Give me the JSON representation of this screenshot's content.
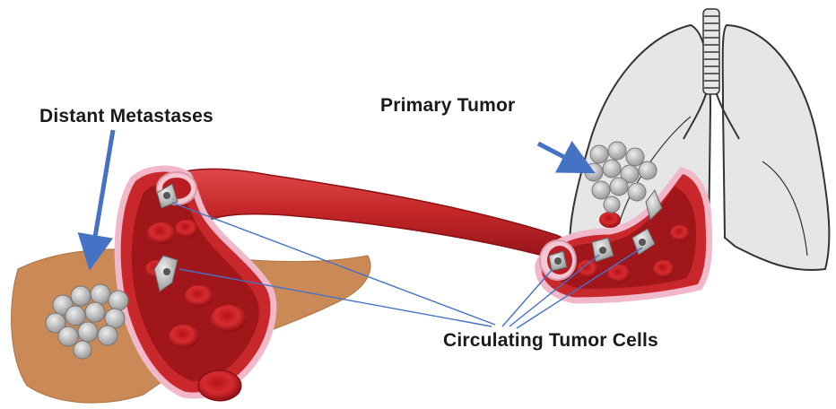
{
  "labels": {
    "distant_metastases": "Distant Metastases",
    "primary_tumor": "Primary Tumor",
    "circulating_tumor_cells": "Circulating Tumor Cells"
  },
  "colors": {
    "arrow": "#4472c4",
    "vessel": "#c0282a",
    "vessel_inner": "#8b1015",
    "liver": "#c98a58",
    "lung_fill": "#e6e6e6",
    "lung_outline": "#333333",
    "tumor_cell": "#b8b8b8"
  }
}
